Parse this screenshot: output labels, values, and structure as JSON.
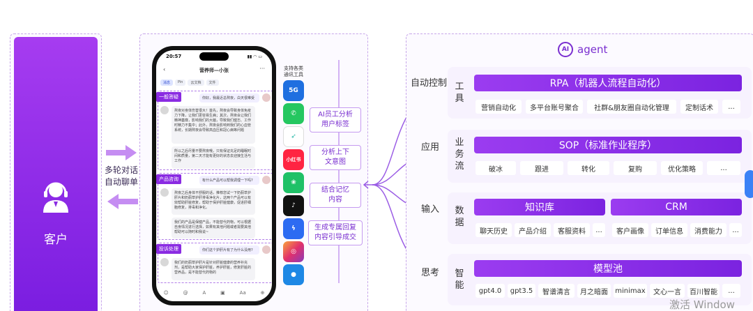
{
  "customer": {
    "label": "客户",
    "icon": "user-headset-icon"
  },
  "multi_turn": {
    "line1": "多轮对话",
    "line2": "自动聊单"
  },
  "phone": {
    "time": "20:57",
    "chat_title": "营养师—小张",
    "tabs": [
      "消息",
      "Pin",
      "云文档",
      "文件"
    ],
    "sections": [
      {
        "tag": "一般答疑",
        "question": "你好，我最近总熬夜，白天很难受",
        "answer1": "熬夜对身体伤害很大！首先，熬夜会导致身体免疫力下降，让我们更容易生病；其次，熬夜会让我们精神萎靡，影响我们的大脑，导致我们健忘、工作时精力不集中；此外，熬夜会影响到我们的心血管系统，长期熬夜会导致高血压和冠心病等问题",
        "answer2": "所以之后尽量不要熬夜哦，只有保证充足的睡眠时间和质量，第二天才能有更好的状态去迎接生活与工作"
      },
      {
        "tag": "产品咨询",
        "question": "有什么产品可以帮我调理一下吗?",
        "answer1": "熬夜之后身体不舒服的话，推荐您试一下奶蓟草护肝片和奶蓟草护肝排毒净化片，这两个产品可以有效帮助肝脏修复，帮助于保护肝脏健康，促进肝细胞修复，排毒和净化。",
        "answer2": "我们的产品是保健产品，不能替代药物，可以根据自身情况进行选择，如果有其他问题或者需要其他帮助可以随时和我说~"
      },
      {
        "tag": "投诉处理",
        "question": "你们这个护肝片有了为什么没用?",
        "answer1": "我们的奶蓟草护肝片是针对肝脏健康的营养补充剂，是帮助大家保护肝脏，养护肝脏，修复肝脏的营养品，是不能替代药物的"
      }
    ],
    "bottom_icons": [
      "emoji-icon",
      "at-icon",
      "text-icon",
      "image-icon",
      "font-icon",
      "plus-icon"
    ]
  },
  "apps": {
    "title_line1": "支持各类",
    "title_line2": "通讯工具",
    "items": [
      {
        "name": "5g-message-icon",
        "label": "5G",
        "color": "#1f6fe0"
      },
      {
        "name": "whatsapp-icon",
        "label": "",
        "color": "#25c760"
      },
      {
        "name": "feishu-icon",
        "label": "",
        "color": "#ffffff"
      },
      {
        "name": "xiaohongshu-icon",
        "label": "小红书",
        "color": "#ff2442"
      },
      {
        "name": "wechat-work-icon",
        "label": "",
        "color": "#1fc167"
      },
      {
        "name": "tiktok-icon",
        "label": "",
        "color": "#111111"
      },
      {
        "name": "messenger-icon",
        "label": "",
        "color": "#2d6bf2"
      },
      {
        "name": "instagram-icon",
        "label": "",
        "color": "#e1306c"
      },
      {
        "name": "imessage-icon",
        "label": "",
        "color": "#1e88e5"
      }
    ]
  },
  "flow": [
    {
      "line1": "AI员工分析",
      "line2": "用户标签"
    },
    {
      "line1": "分析上下",
      "line2": "文意图"
    },
    {
      "line1": "结合记忆",
      "line2": "内容"
    },
    {
      "line1": "生成专属回复",
      "line2": "内容引导成交"
    }
  ],
  "agent": {
    "logo": "AI",
    "title": "agent"
  },
  "rows": [
    {
      "side": "自动控制",
      "vert": "工具",
      "bars": [
        {
          "title": "RPA（机器人流程自动化）",
          "chips": [
            "营销自动化",
            "多平台账号聚合",
            "社群&朋友圈自动化管理",
            "定制话术",
            "..."
          ]
        }
      ]
    },
    {
      "side": "应用",
      "vert": "业务流",
      "bars": [
        {
          "title": "SOP（标准作业程序）",
          "chips": [
            "破冰",
            "跟进",
            "转化",
            "复购",
            "优化策略",
            "..."
          ]
        }
      ]
    },
    {
      "side": "输入",
      "vert": "数据",
      "bars": [
        {
          "title": "知识库",
          "chips": [
            "聊天历史",
            "产品介绍",
            "客服资料",
            "..."
          ]
        },
        {
          "title": "CRM",
          "chips": [
            "客户画像",
            "订单信息",
            "消费能力",
            "..."
          ]
        }
      ]
    },
    {
      "side": "思考",
      "vert": "智能",
      "bars": [
        {
          "title": "模型池",
          "chips": [
            "gpt4.0",
            "gpt3.5",
            "智谱清言",
            "月之暗面",
            "minimax",
            "文心一言",
            "百川智能",
            "..."
          ]
        }
      ]
    }
  ],
  "watermark": "激活 Window"
}
